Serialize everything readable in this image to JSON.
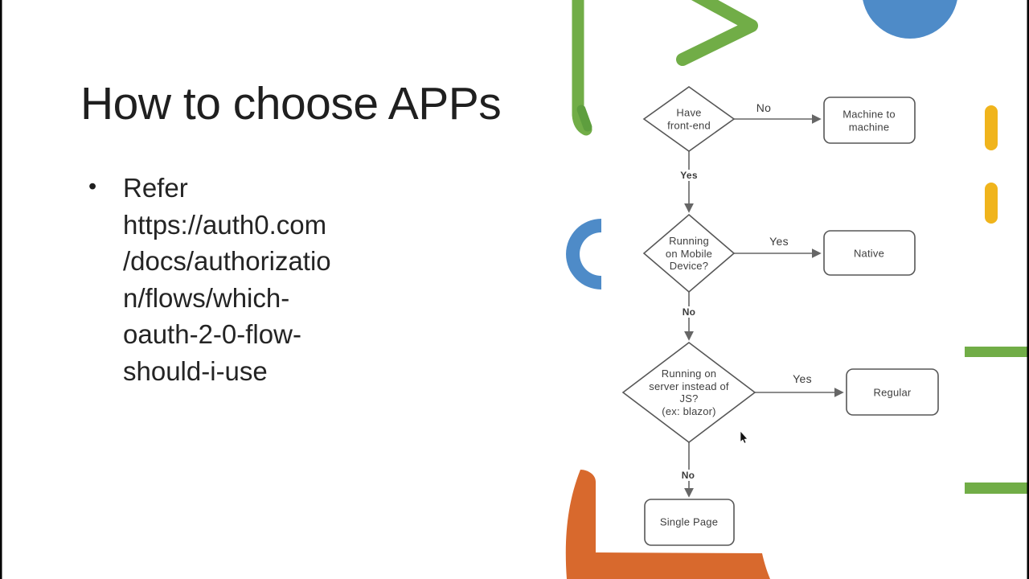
{
  "slide": {
    "title": "How to choose APPs",
    "bullet_marker": "•",
    "bullet_lines": [
      "Refer",
      "https://auth0.com",
      "/docs/authorizatio",
      "n/flows/which-",
      "oauth-2-0-flow-",
      "should-i-use"
    ]
  },
  "flowchart": {
    "nodes": {
      "have_front_end": "Have\nfront-end",
      "machine_to_machine": "Machine to\nmachine",
      "running_on_mobile": "Running\non Mobile\nDevice?",
      "native": "Native",
      "running_on_server": "Running on\nserver instead of\nJS?\n(ex: blazor)",
      "regular": "Regular",
      "single_page": "Single Page"
    },
    "edge_labels": {
      "front_end_no": "No",
      "front_end_yes": "Yes",
      "mobile_yes": "Yes",
      "mobile_no": "No",
      "server_yes": "Yes",
      "server_no": "No"
    },
    "line_color": "#666666",
    "node_border_color": "#575757",
    "node_fill": "#ffffff",
    "text_color": "#3f3f3f"
  },
  "decor": {
    "green": "#71AD47",
    "green_dark": "#5E9E3E",
    "blue": "#4E8BC8",
    "yellow": "#F0B41C",
    "orange": "#D8692D",
    "edge_strip": "#000000"
  }
}
